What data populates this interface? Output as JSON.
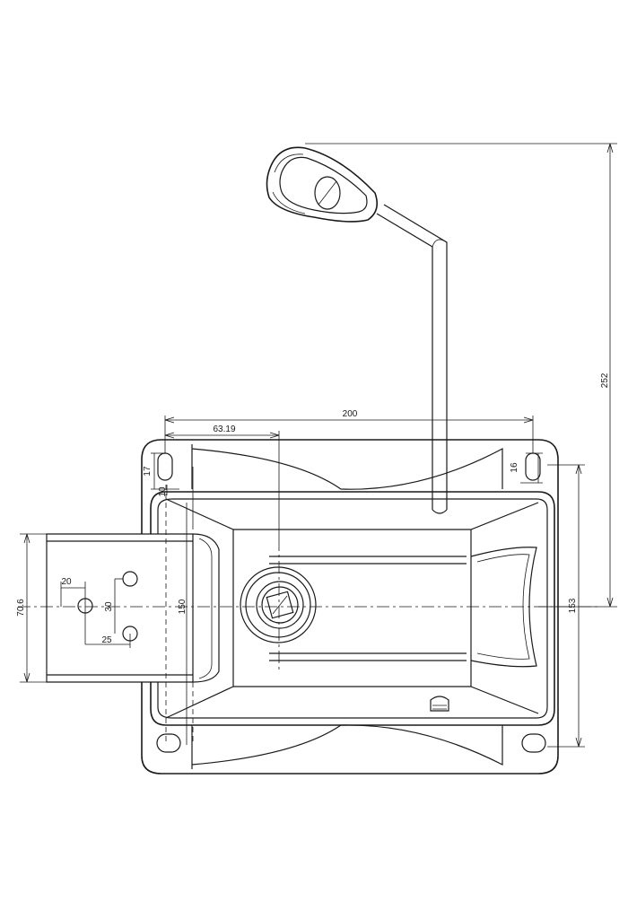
{
  "dimensions": {
    "overall_height": "252",
    "bolt_span": "200",
    "offset": "63.19",
    "slot_left": "17",
    "slot_left_small": "10",
    "slot_right": "16",
    "front_plate_width": "70.6",
    "plate_length": "150",
    "body_height": "153",
    "hole_x": "20",
    "hole_y": "30",
    "hole_spacing": "25"
  },
  "colors": {
    "line": "#1a1a1a",
    "background": "#ffffff"
  }
}
